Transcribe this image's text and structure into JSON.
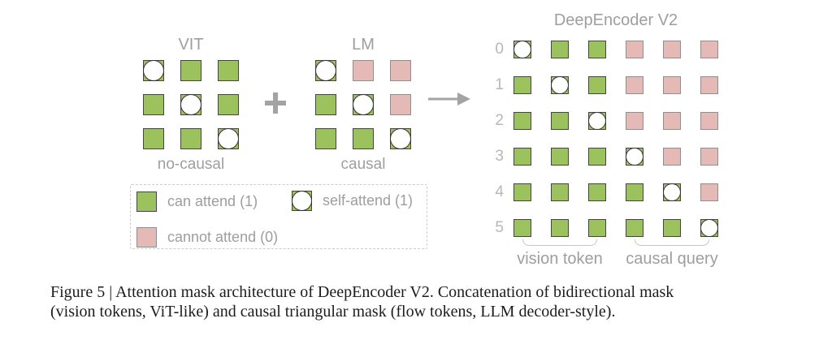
{
  "figure": {
    "left_grid": {
      "title": "VIT",
      "sublabel": "no-causal",
      "cells": [
        [
          "self",
          "can",
          "can"
        ],
        [
          "can",
          "self",
          "can"
        ],
        [
          "can",
          "can",
          "self"
        ]
      ]
    },
    "plus": "+",
    "middle_grid": {
      "title": "LM",
      "sublabel": "causal",
      "cells": [
        [
          "self",
          "no",
          "no"
        ],
        [
          "can",
          "self",
          "no"
        ],
        [
          "can",
          "can",
          "self"
        ]
      ]
    },
    "right_grid": {
      "title": "DeepEncoder V2",
      "row_labels": [
        "0",
        "1",
        "2",
        "3",
        "4",
        "5"
      ],
      "cells": [
        [
          "self",
          "can",
          "can",
          "no",
          "no",
          "no"
        ],
        [
          "can",
          "self",
          "can",
          "no",
          "no",
          "no"
        ],
        [
          "can",
          "can",
          "self",
          "no",
          "no",
          "no"
        ],
        [
          "can",
          "can",
          "can",
          "self",
          "no",
          "no"
        ],
        [
          "can",
          "can",
          "can",
          "can",
          "self",
          "no"
        ],
        [
          "can",
          "can",
          "can",
          "can",
          "can",
          "self"
        ]
      ],
      "bottom_labels": [
        "vision token",
        "causal query"
      ]
    },
    "legend": {
      "items": [
        {
          "swatch": "can",
          "label": "can attend (1)"
        },
        {
          "swatch": "self",
          "label": "self-attend (1)"
        },
        {
          "swatch": "no",
          "label": "cannot attend (0)"
        }
      ]
    },
    "colors": {
      "can_attend_fill": "#9cc25e",
      "can_attend_border": "#454545",
      "cannot_attend_fill": "#e5b9b6",
      "cannot_attend_border": "#8f8f8f",
      "self_circle_fill": "#ffffff",
      "self_circle_border": "#333333",
      "label_gray": "#9e9e9e",
      "row_label_gray": "#b7b7b7",
      "arrow_gray": "#a3a3a3",
      "bracket_gray": "#c6c6c6",
      "legend_border": "#cccccc",
      "caption_color": "#1c1c1c"
    }
  },
  "caption": {
    "line1": "Figure 5 | Attention mask architecture of DeepEncoder V2. Concatenation of bidirectional mask",
    "line2": "(vision tokens, ViT-like) and causal triangular mask (flow tokens, LLM decoder-style)."
  }
}
